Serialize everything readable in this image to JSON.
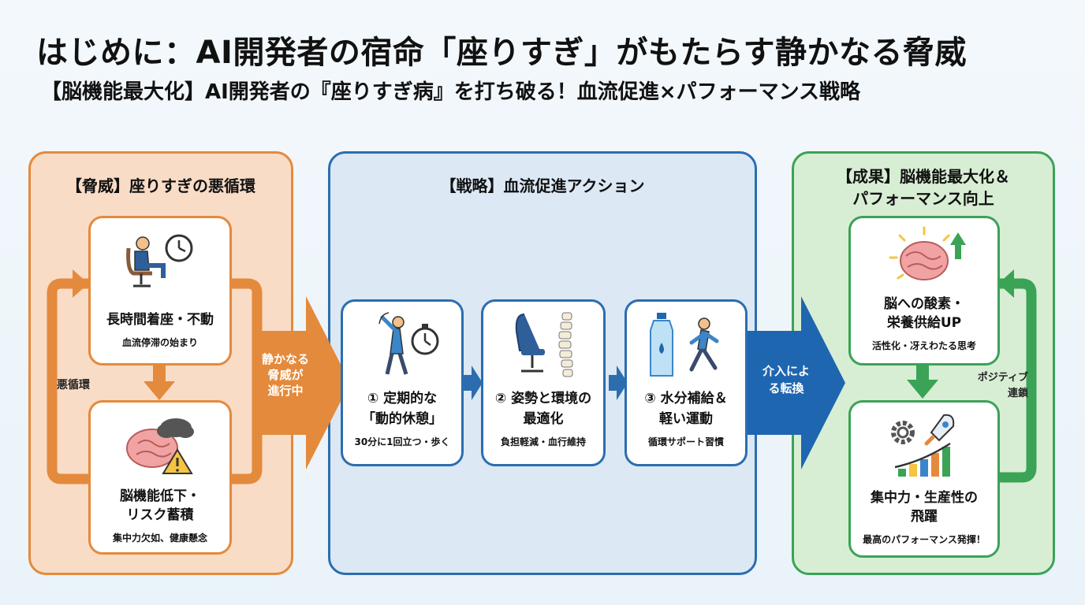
{
  "header": {
    "title": "はじめに：AI開発者の宿命「座りすぎ」がもたらす静かなる脅威",
    "subtitle": "【脳機能最大化】AI開発者の『座りすぎ病』を打ち破る！血流促進×パフォーマンス戦略"
  },
  "threat": {
    "title": "【脅威】座りすぎの悪循環",
    "card1": {
      "head": "長時間着座・不動",
      "sub": "血流停滞の始まり"
    },
    "card2": {
      "head1": "脳機能低下・",
      "head2": "リスク蓄積",
      "sub": "集中力欠如、健康懸念"
    },
    "cycle_label": "悪循環",
    "arrow_label": [
      "静かなる",
      "脅威が",
      "進行中"
    ]
  },
  "strategy": {
    "title": "【戦略】血流促進アクション",
    "steps": [
      {
        "head1": "① 定期的な",
        "head2": "「動的休憩」",
        "sub": "30分に1回立つ・歩く"
      },
      {
        "head1": "② 姿勢と環境の",
        "head2": "最適化",
        "sub": "負担軽減・血行維持"
      },
      {
        "head1": "③ 水分補給＆",
        "head2": "軽い運動",
        "sub": "循環サポート習慣"
      }
    ],
    "arrow_label": [
      "介入によ",
      "る転換"
    ]
  },
  "result": {
    "title1": "【成果】脳機能最大化＆",
    "title2": "パフォーマンス向上",
    "card1": {
      "head1": "脳への酸素・",
      "head2": "栄養供給UP",
      "sub": "活性化・冴えわたる思考"
    },
    "card2": {
      "head1": "集中力・生産性の",
      "head2": "飛躍",
      "sub": "最高のパフォーマンス発揮！"
    },
    "cycle_label": [
      "ポジティブ",
      "連鎖"
    ]
  },
  "colors": {
    "orange": "#e48a3c",
    "blue": "#2c6db0",
    "green": "#3aa356"
  }
}
